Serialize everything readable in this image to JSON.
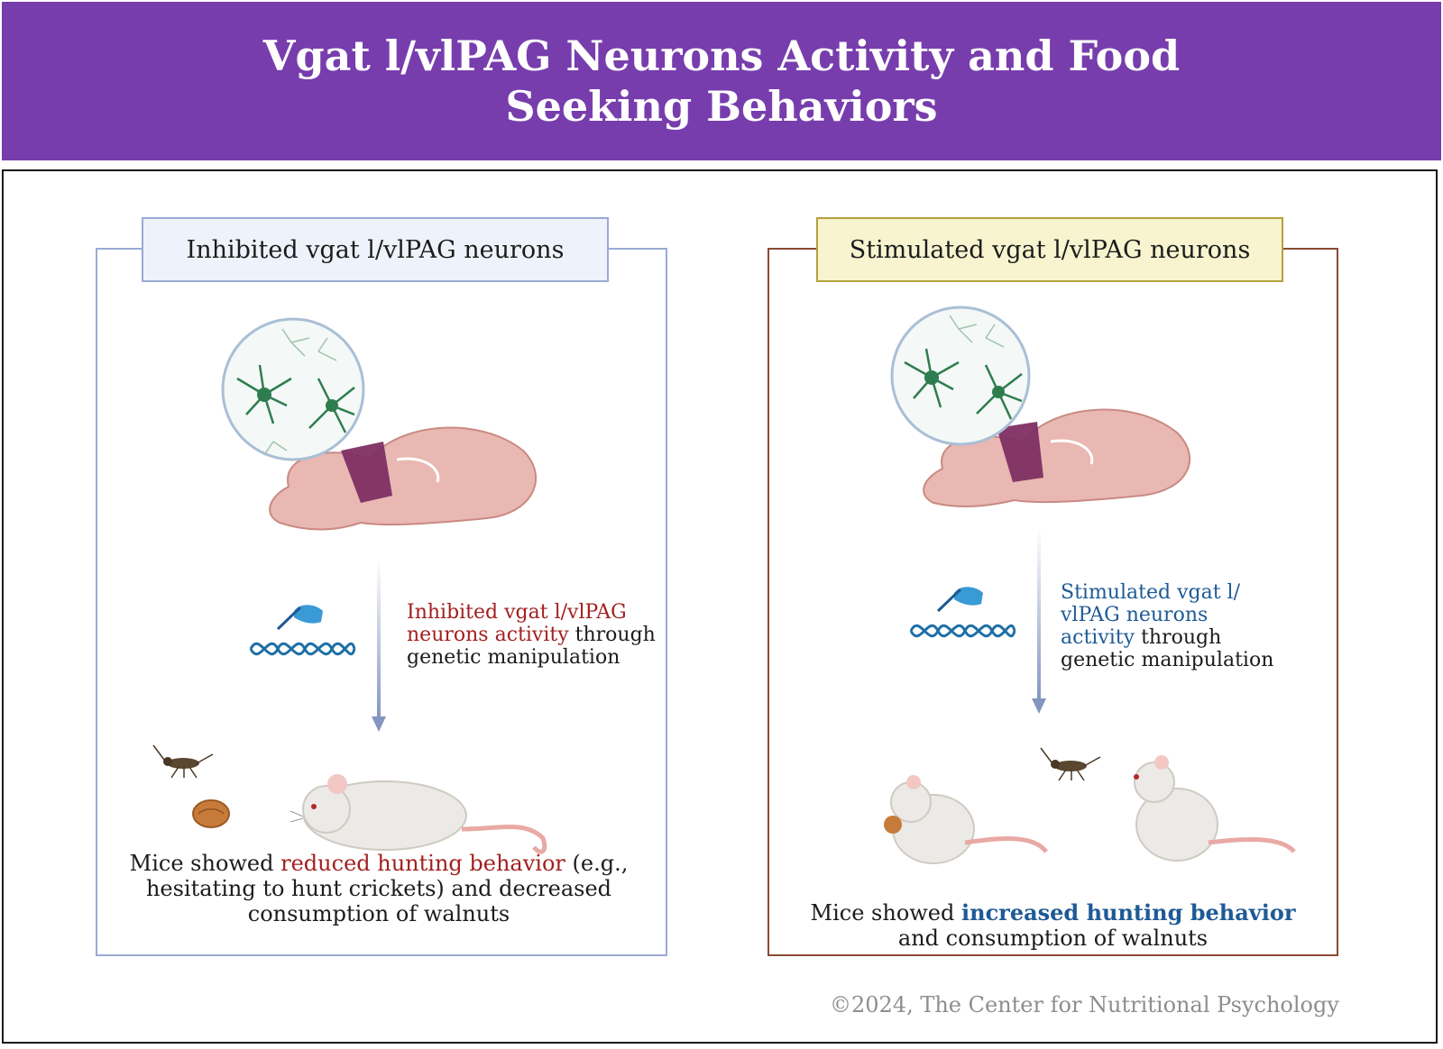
{
  "title": "Vgat l/vlPAG Neurons Activity and Food Seeking Behaviors",
  "left_panel": {
    "label": "Inhibited vgat l/vlPAG neurons",
    "step_highlight": "Inhibited vgat l/vlPAG neurons activity",
    "step_rest": "through genetic manipulation",
    "outcome_pre": "Mice showed ",
    "outcome_highlight": "reduced hunting behavior",
    "outcome_post": " (e.g., hesitating to hunt crickets) and decreased consumption of walnuts"
  },
  "right_panel": {
    "label": "Stimulated vgat l/vlPAG neurons",
    "step_highlight": "Stimulated vgat l/ vlPAG neurons activity",
    "step_rest": "through genetic manipulation",
    "outcome_pre": "Mice showed ",
    "outcome_highlight": "increased hunting behavior",
    "outcome_post": " and consumption of walnuts"
  },
  "copyright": "©2024, The Center for Nutritional Psychology",
  "colors": {
    "title_bg": "#773dad",
    "left_border": "#9aaad4",
    "right_border": "#8a4a32",
    "highlight_red": "#a31f1f",
    "highlight_blue": "#1e5a96"
  },
  "icons": [
    "neuron-magnifier-icon",
    "brain-icon",
    "dna-edit-icon",
    "cricket-icon",
    "walnut-icon",
    "mouse-icon"
  ]
}
